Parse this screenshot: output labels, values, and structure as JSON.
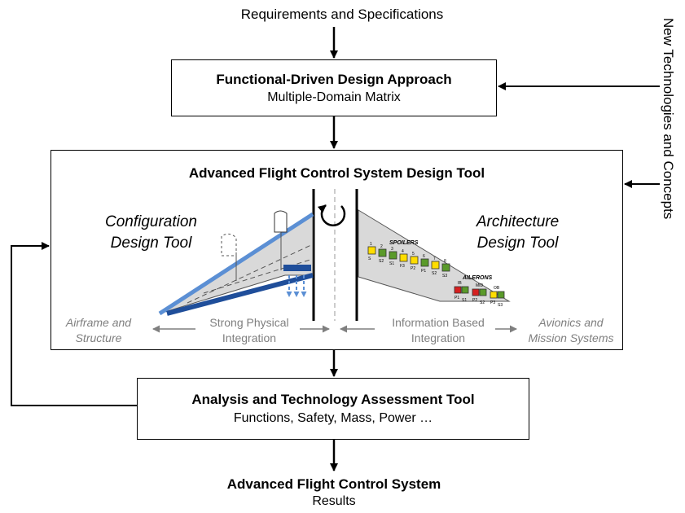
{
  "top_input": "Requirements and Specifications",
  "functional_box": {
    "title": "Functional-Driven Design Approach",
    "subtitle": "Multiple-Domain Matrix"
  },
  "side_input": "New Technologies and Concepts",
  "design_tool": {
    "title": "Advanced Flight Control System Design Tool",
    "config_tool": [
      "Configuration",
      "Design Tool"
    ],
    "arch_tool": [
      "Architecture",
      "Design Tool"
    ],
    "left_label": [
      "Airframe and",
      "Structure"
    ],
    "right_label": [
      "Avionics and",
      "Mission Systems"
    ],
    "physical": [
      "Strong Physical",
      "Integration"
    ],
    "information": [
      "Information Based",
      "Integration"
    ],
    "spoilers_label": "SPOILERS",
    "ailerons_label": "AILERONS",
    "spoiler_numbers": [
      "1",
      "2",
      "3",
      "4",
      "5",
      "6",
      "7",
      "8"
    ],
    "spoiler_codes": [
      "S",
      "S2",
      "S1",
      "F3",
      "P2",
      "P1",
      "S2",
      "S3"
    ],
    "aileron_labels": [
      "IB",
      "MID",
      "OB"
    ],
    "aileron_codes": [
      "P1",
      "S1",
      "P2",
      "S2",
      "P3",
      "S3"
    ]
  },
  "analysis_box": {
    "title": "Analysis and Technology Assessment Tool",
    "subtitle": "Functions, Safety, Mass, Power …"
  },
  "output": {
    "title": "Advanced Flight Control System",
    "subtitle": "Results"
  },
  "colors": {
    "line": "#000000",
    "grey_text": "#7f7f7f",
    "wing_fill": "#d9d9d9",
    "wing_blue": "#5b8fd4",
    "spoiler_yellow": "#ffdd00",
    "spoiler_green": "#5a9a2a",
    "aileron_red": "#d62020"
  }
}
